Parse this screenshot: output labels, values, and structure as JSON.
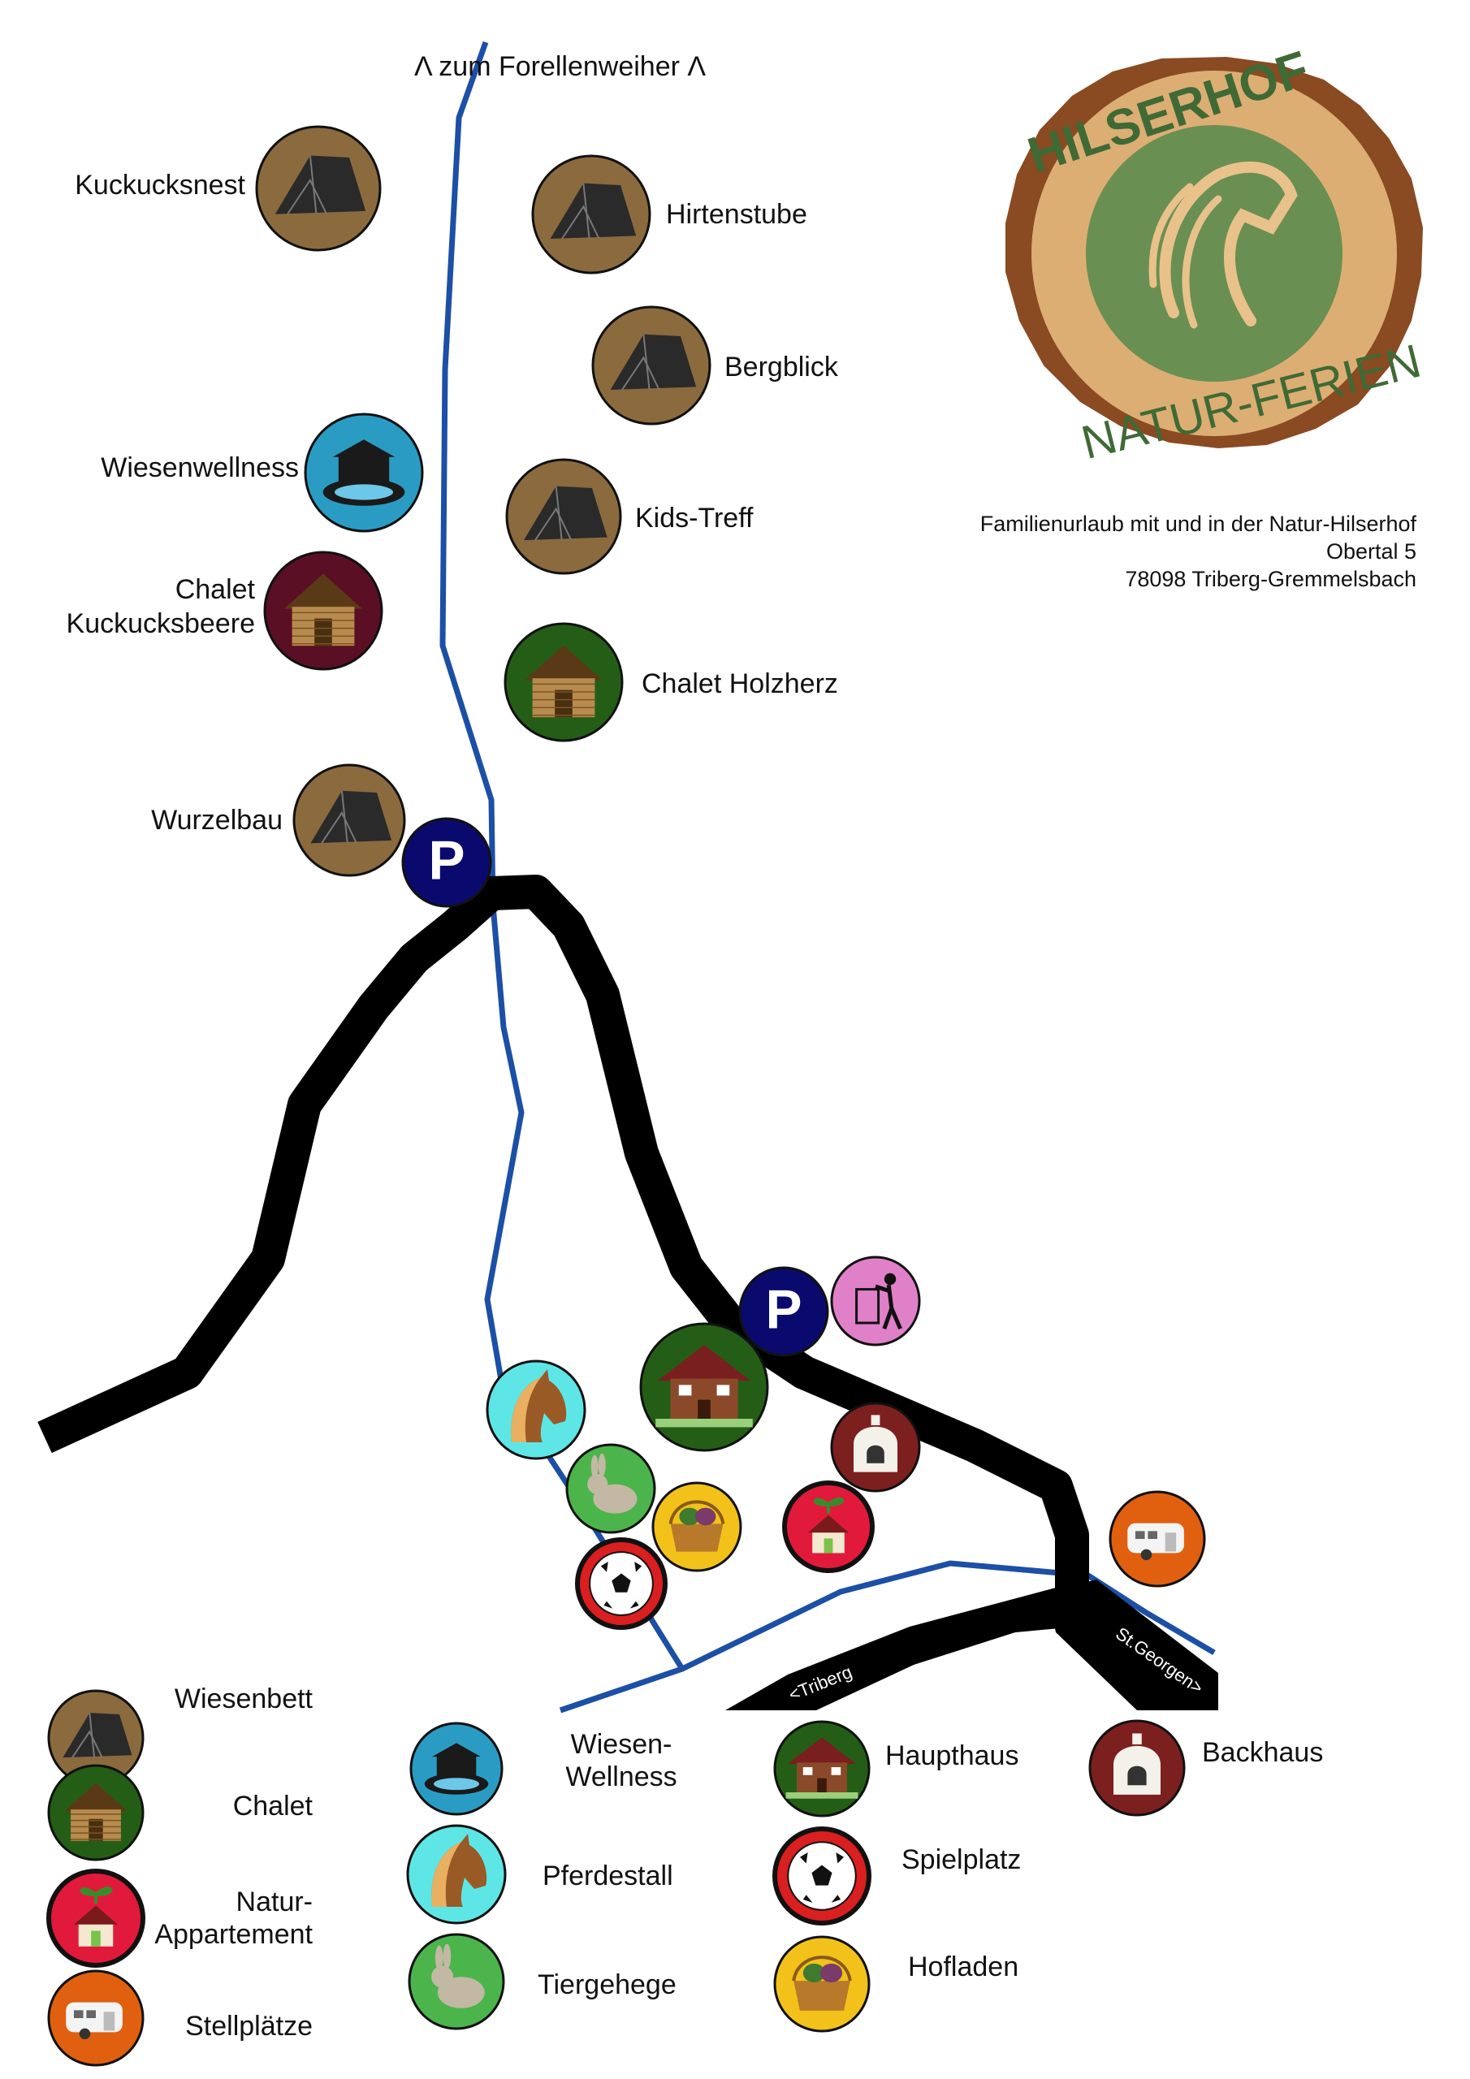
{
  "top_label": "Λ zum Forellenweiher Λ",
  "logo": {
    "top": "HILSERHOF",
    "bottom": "NATUR-FERIEN"
  },
  "address": [
    "Familienurlaub mit und in der Natur-Hilserhof",
    "Obertal 5",
    "78098 Triberg-Gremmelsbach"
  ],
  "roads": {
    "triberg": "<Triberg",
    "st_georgen": "St.Georgen>"
  },
  "places": {
    "kuckucksnest": "Kuckucksnest",
    "hirtenstube": "Hirtenstube",
    "bergblick": "Bergblick",
    "wiesenwellness": "Wiesenwellness",
    "kids_treff": "Kids-Treff",
    "chalet_kuckucksbeere_1": "Chalet",
    "chalet_kuckucksbeere_2": "Kuckucksbeere",
    "chalet_holzherz": "Chalet Holzherz",
    "wurzelbau": "Wurzelbau"
  },
  "legend": {
    "wiesenbett": "Wiesenbett",
    "chalet": "Chalet",
    "natur_1": "Natur-",
    "natur_2": "Appartement",
    "stellplaetze": "Stellplätze",
    "wiesen_1": "Wiesen-",
    "wiesen_2": "Wellness",
    "pferdestall": "Pferdestall",
    "tiergehege": "Tiergehege",
    "haupthaus": "Haupthaus",
    "spielplatz": "Spielplatz",
    "hofladen": "Hofladen",
    "backhaus": "Backhaus"
  },
  "parking_letter": "P",
  "colors": {
    "road": "#000000",
    "stream": "#1c4fa6",
    "tent": "#8b6a3e",
    "chalet": "#245e16",
    "wellness": "#2a9cc4",
    "chalet_red": "#5a0f24",
    "parking": "#0a0a6e",
    "trash": "#e080c8",
    "horse": "#5ee6e6",
    "rabbit": "#4bb54b",
    "basket": "#f2c21a",
    "ball": "#d91f1f",
    "natur": "#e11a3c",
    "backhaus": "#7c1f1f",
    "stellplatz": "#e06010"
  },
  "icons": [
    {
      "type": "tent",
      "name": "tent-icon-kuckucksnest"
    },
    {
      "type": "tent",
      "name": "tent-icon-hirtenstube"
    },
    {
      "type": "tent",
      "name": "tent-icon-bergblick"
    },
    {
      "type": "wellness",
      "name": "wellness-icon-wiesenwellness"
    },
    {
      "type": "tent",
      "name": "tent-icon-kids-treff"
    },
    {
      "type": "chalet_red",
      "name": "chalet-icon-kuckucksbeere"
    },
    {
      "type": "chalet",
      "name": "chalet-icon-holzherz"
    },
    {
      "type": "tent",
      "name": "tent-icon-wurzelbau"
    },
    {
      "type": "parking",
      "name": "parking-icon-upper"
    },
    {
      "type": "parking",
      "name": "parking-icon-lower"
    },
    {
      "type": "trash",
      "name": "trash-icon"
    },
    {
      "type": "main",
      "name": "haupthaus-icon"
    },
    {
      "type": "horse",
      "name": "pferdestall-icon"
    },
    {
      "type": "rabbit",
      "name": "tiergehege-icon"
    },
    {
      "type": "basket",
      "name": "hofladen-icon"
    },
    {
      "type": "ball",
      "name": "spielplatz-icon"
    },
    {
      "type": "oven",
      "name": "backhaus-icon"
    },
    {
      "type": "natur",
      "name": "natur-appartement-icon"
    },
    {
      "type": "camper",
      "name": "stellplatz-icon"
    },
    {
      "type": "tent",
      "name": "legend-wiesenbett-icon"
    },
    {
      "type": "chalet",
      "name": "legend-chalet-icon"
    },
    {
      "type": "natur",
      "name": "legend-natur-appartement-icon"
    },
    {
      "type": "camper",
      "name": "legend-stellplaetze-icon"
    },
    {
      "type": "wellness",
      "name": "legend-wiesen-wellness-icon"
    },
    {
      "type": "horse",
      "name": "legend-pferdestall-icon"
    },
    {
      "type": "rabbit",
      "name": "legend-tiergehege-icon"
    },
    {
      "type": "main",
      "name": "legend-haupthaus-icon"
    },
    {
      "type": "ball",
      "name": "legend-spielplatz-icon"
    },
    {
      "type": "basket",
      "name": "legend-hofladen-icon"
    },
    {
      "type": "oven",
      "name": "legend-backhaus-icon"
    }
  ]
}
